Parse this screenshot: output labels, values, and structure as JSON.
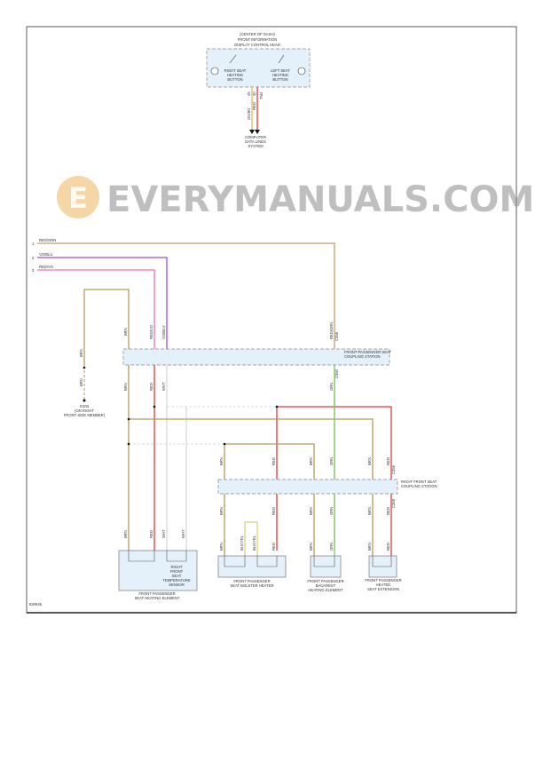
{
  "figure_id": "830945",
  "top_module": {
    "title_lines": [
      "(CENTER OF DASH)",
      "FRONT INFORMATION",
      "DISPLAY CONTROL HEAD"
    ],
    "right_button": [
      "RIGHT SEAT",
      "HEATING",
      "BUTTON"
    ],
    "left_button": [
      "LEFT SEAT",
      "HEATING",
      "BUTTON"
    ],
    "pins": [
      "45",
      "20"
    ],
    "wires": [
      "GN/BU",
      "RED",
      "TM4"
    ],
    "destination": [
      "COMPUTER",
      "DATA LINES",
      "SYSTEM"
    ]
  },
  "input_wires": [
    {
      "num": "1",
      "label": "RED/GRN",
      "color": "#c49a6c"
    },
    {
      "num": "2",
      "label": "VO/BLU",
      "color": "#9b4fd6"
    },
    {
      "num": "3",
      "label": "RED/VO",
      "color": "#f06fb0"
    }
  ],
  "ground": {
    "wire_top": "BRN",
    "wire_bottom": "BRN",
    "id": "G303",
    "location": [
      "(ON RIGHT",
      "FRONT SIDE MEMBER)"
    ]
  },
  "coupling1": {
    "name": [
      "FRONT PASSENGER SEAT",
      "COUPLING STATION"
    ],
    "top_labels": [
      "BRN",
      "RED/VO",
      "VO/BLU",
      "RED/GRN"
    ],
    "bottom_labels": [
      "BRN",
      "RED",
      "WHT",
      "GRN"
    ],
    "circuit": [
      "C358",
      "C360"
    ]
  },
  "coupling2": {
    "name": [
      "RIGHT FRONT SEAT",
      "COUPLING STATION"
    ],
    "top_labels": [
      "BRN",
      "RED",
      "BRN",
      "GRN",
      "BRN",
      "RED"
    ],
    "bottom_labels": [
      "BRN",
      "RED",
      "BRN",
      "GRN",
      "BRN",
      "RED"
    ],
    "circuit": [
      "C356",
      "C358"
    ]
  },
  "components": {
    "seat_element": {
      "name": [
        "FRONT PASSENGER",
        "SEAT HEATING ELEMENT"
      ],
      "wires": [
        "BRN",
        "RED",
        "WHT",
        "WHT"
      ],
      "sensor": [
        "RIGHT",
        "FRONT",
        "SEAT",
        "TEMPERATURE",
        "SENSOR"
      ]
    },
    "bolster": {
      "name": [
        "FRONT PASSENGER",
        "SEAT BOLSTER HEATER"
      ],
      "wires": [
        "BRN",
        "BLK/YEL",
        "BLK/YEL",
        "RED"
      ]
    },
    "backrest": {
      "name": [
        "FRONT PASSENGER",
        "BACKREST",
        "HEATING ELEMENT"
      ],
      "wires": [
        "BRN",
        "GRN"
      ]
    },
    "extension": {
      "name": [
        "FRONT PASSENGER",
        "HEATED",
        "SEAT EXTENSION"
      ],
      "wires": [
        "BRN",
        "RED"
      ]
    }
  },
  "watermark": "EVERYMANUALS.COM",
  "colors": {
    "brn": "#b59a5a",
    "red": "#e03a3a",
    "grn": "#7dc96a",
    "wht": "#d8d8d8",
    "tan": "#c49a6c"
  }
}
